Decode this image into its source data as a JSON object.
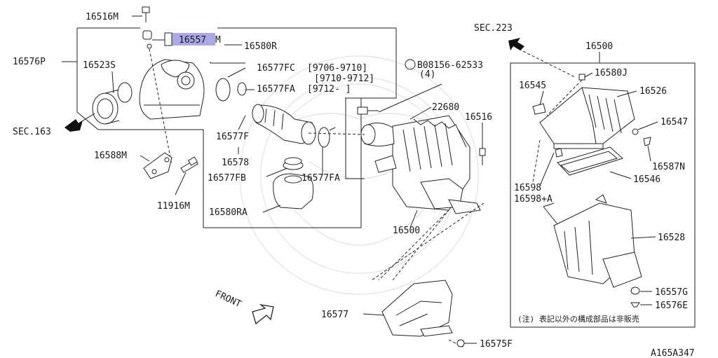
{
  "labels": {
    "p16516M": "16516M",
    "p16557M_a": "16557",
    "p16557M_b": "M",
    "p16580R": "16580R",
    "p16576P": "16576P",
    "p16523S": "16523S",
    "p16577FC": "16577FC",
    "range1": "[9706-9710]",
    "range2": "[9710-9712]",
    "p16577FA_top": "16577FA",
    "range3": "[9712-   ]",
    "bolt": "B08156-62533",
    "bolt_qty": "(4)",
    "p22680": "22680",
    "p16516": "16516",
    "sec223": "SEC.223",
    "sec163": "SEC.163",
    "p16577F": "16577F",
    "p16578": "16578",
    "p16577FB": "16577FB",
    "p16577FA": "16577FA",
    "p16588M": "16588M",
    "p11916M": "11916M",
    "p16580RA": "16580RA",
    "p16500_mid": "16500",
    "p16500_top": "16500",
    "p16580J": "16580J",
    "p16545": "16545",
    "p16526": "16526",
    "p16547": "16547",
    "p16587N": "16587N",
    "p16598": "16598",
    "p16598A": "16598+A",
    "p16546": "16546",
    "p16528": "16528",
    "p16557G": "16557G",
    "p16576E": "16576E",
    "p16577": "16577",
    "p16575F": "16575F",
    "front": "FRONT",
    "note": "(注) 表記以外の構成部品は非販売",
    "figure_id": "A165A347"
  },
  "colors": {
    "highlight": "#a9a9e6",
    "line": "#222222"
  }
}
